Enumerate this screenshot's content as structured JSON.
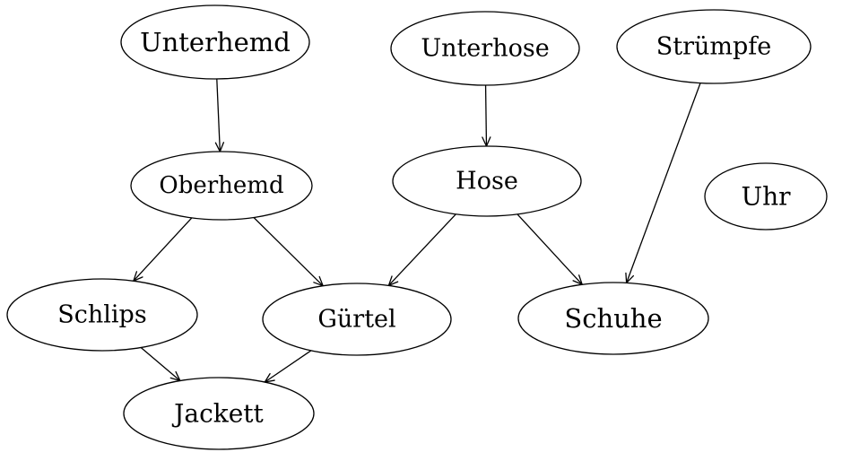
{
  "diagram": {
    "nodes": [
      {
        "id": "unterhemd",
        "label": "Unterhemd"
      },
      {
        "id": "unterhose",
        "label": "Unterhose"
      },
      {
        "id": "struempfe",
        "label": "Strümpfe"
      },
      {
        "id": "oberhemd",
        "label": "Oberhemd"
      },
      {
        "id": "hose",
        "label": "Hose"
      },
      {
        "id": "uhr",
        "label": "Uhr"
      },
      {
        "id": "schlips",
        "label": "Schlips"
      },
      {
        "id": "guertel",
        "label": "Gürtel"
      },
      {
        "id": "schuhe",
        "label": "Schuhe"
      },
      {
        "id": "jackett",
        "label": "Jackett"
      }
    ],
    "edges": [
      {
        "from": "unterhemd",
        "to": "oberhemd"
      },
      {
        "from": "unterhose",
        "to": "hose"
      },
      {
        "from": "struempfe",
        "to": "schuhe"
      },
      {
        "from": "oberhemd",
        "to": "schlips"
      },
      {
        "from": "oberhemd",
        "to": "guertel"
      },
      {
        "from": "hose",
        "to": "guertel"
      },
      {
        "from": "hose",
        "to": "schuhe"
      },
      {
        "from": "schlips",
        "to": "jackett"
      },
      {
        "from": "guertel",
        "to": "jackett"
      }
    ]
  }
}
